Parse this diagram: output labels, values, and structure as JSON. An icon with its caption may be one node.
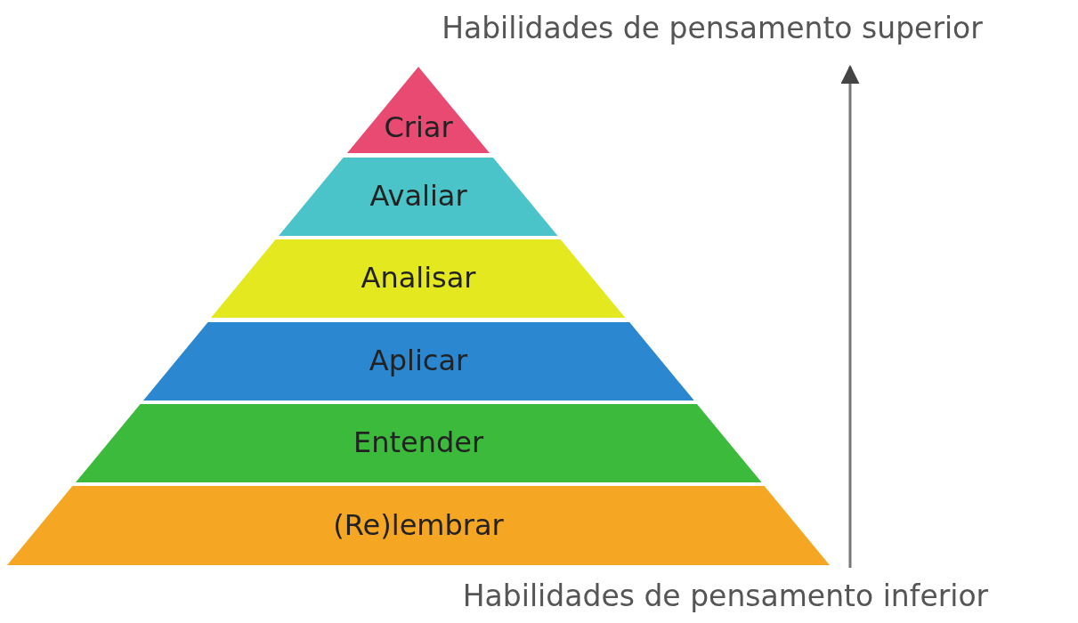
{
  "diagram": {
    "nodes": [
      {
        "text": [
          "Habilidades de pensamento superior"
        ]
      },
      {
        "text": [
          "Criar"
        ]
      },
      {
        "text": [
          "Avaliar"
        ]
      },
      {
        "text": [
          "Analisar"
        ]
      },
      {
        "text": [
          "Aplicar"
        ]
      },
      {
        "text": [
          "Entender"
        ]
      },
      {
        "text": [
          "(Re)lembrar"
        ]
      },
      {
        "text": [
          "Habilidades de pensamento inferior"
        ]
      }
    ],
    "edges": [
      {
        "from": 7,
        "to": 0,
        "arrow": "to"
      }
    ]
  }
}
